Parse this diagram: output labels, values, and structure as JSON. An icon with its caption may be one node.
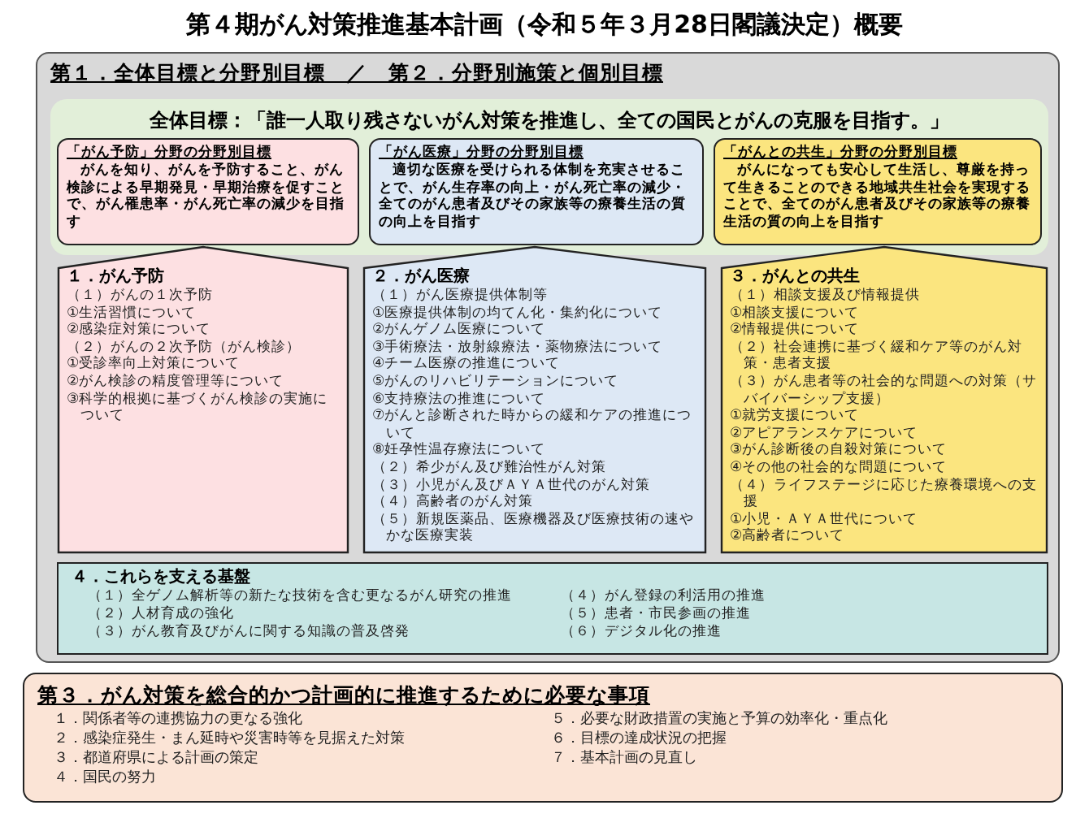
{
  "diagram": {
    "title": "第４期がん対策推進基本計画（令和５年３月28日閣議決定）概要",
    "nodes": [
      {
        "text": [
          "第１．全体目標と分野別目標　／　第２．分野別施策と個別目標"
        ]
      },
      {
        "text": [
          "全体目標：「誰一人取り残さないがん対策を推進し、全ての国民とがんの克服を目指す。」"
        ],
        "in": 0
      },
      {
        "text": [
          "「がん予防」分野の分野別目標",
          "がんを知り、がんを予防すること、がん検診による早期発見・早期治療を促すことで、がん罹患率・がん死亡率の減少を目指す"
        ],
        "in": 1
      },
      {
        "text": [
          "「がん医療」分野の分野別目標",
          "適切な医療を受けられる体制を充実させることで、がん生存率の向上・がん死亡率の減少・全てのがん患者及びその家族等の療養生活の質の向上を目指す"
        ],
        "in": 1
      },
      {
        "text": [
          "「がんとの共生」分野の分野別目標",
          "がんになっても安心して生活し、尊厳を持って生きることのできる地域共生社会を実現することで、全てのがん患者及びその家族等の療養生活の質の向上を目指す"
        ],
        "in": 1
      },
      {
        "text": [
          "１．がん予防",
          "（１）がんの１次予防",
          "①生活習慣について",
          "②感染症対策について",
          "（２）がんの２次予防（がん検診）",
          "①受診率向上対策について",
          "②がん検診の精度管理等について",
          "③科学的根拠に基づくがん検診の実施について"
        ],
        "in": 0
      },
      {
        "text": [
          "２．がん医療",
          "（１）がん医療提供体制等",
          "①医療提供体制の均てん化・集約化について",
          "②がんゲノム医療について",
          "③手術療法・放射線療法・薬物療法について",
          "④チーム医療の推進について",
          "⑤がんのリハビリテーションについて",
          "⑥支持療法の推進について",
          "⑦がんと診断された時からの緩和ケアの推進について",
          "⑧妊孕性温存療法について",
          "（２）希少がん及び難治性がん対策",
          "（３）小児がん及びＡＹＡ世代のがん対策",
          "（４）高齢者のがん対策",
          "（５）新規医薬品、医療機器及び医療技術の速やかな医療実装"
        ],
        "in": 0
      },
      {
        "text": [
          "３．がんとの共生",
          "（１）相談支援及び情報提供",
          "①相談支援について",
          "②情報提供について",
          "（２）社会連携に基づく緩和ケア等のがん対策・患者支援",
          "（３）がん患者等の社会的な問題への対策（サバイバーシップ支援）",
          "①就労支援について",
          "②アピアランスケアについて",
          "③がん診断後の自殺対策について",
          "④その他の社会的な問題について",
          "（４）ライフステージに応じた療養環境への支援",
          "①小児・ＡＹＡ世代について",
          "②高齢者について"
        ],
        "in": 0
      },
      {
        "text": [
          "４．これらを支える基盤",
          "（１）全ゲノム解析等の新たな技術を含む更なるがん研究の推進",
          "（２）人材育成の強化",
          "（３）がん教育及びがんに関する知識の普及啓発",
          "（４）がん登録の利活用の推進",
          "（５）患者・市民参画の推進",
          "（６）デジタル化の推進"
        ],
        "in": 0
      },
      {
        "text": [
          "第３．がん対策を総合的かつ計画的に推進するために必要な事項",
          "１．関係者等の連携協力の更なる強化",
          "２．感染症発生・まん延時や災害時等を見据えた対策",
          "３．都道府県による計画の策定",
          "４．国民の努力",
          "５．必要な財政措置の実施と予算の効率化・重点化",
          "６．目標の達成状況の把握",
          "７．基本計画の見直し"
        ]
      }
    ]
  }
}
